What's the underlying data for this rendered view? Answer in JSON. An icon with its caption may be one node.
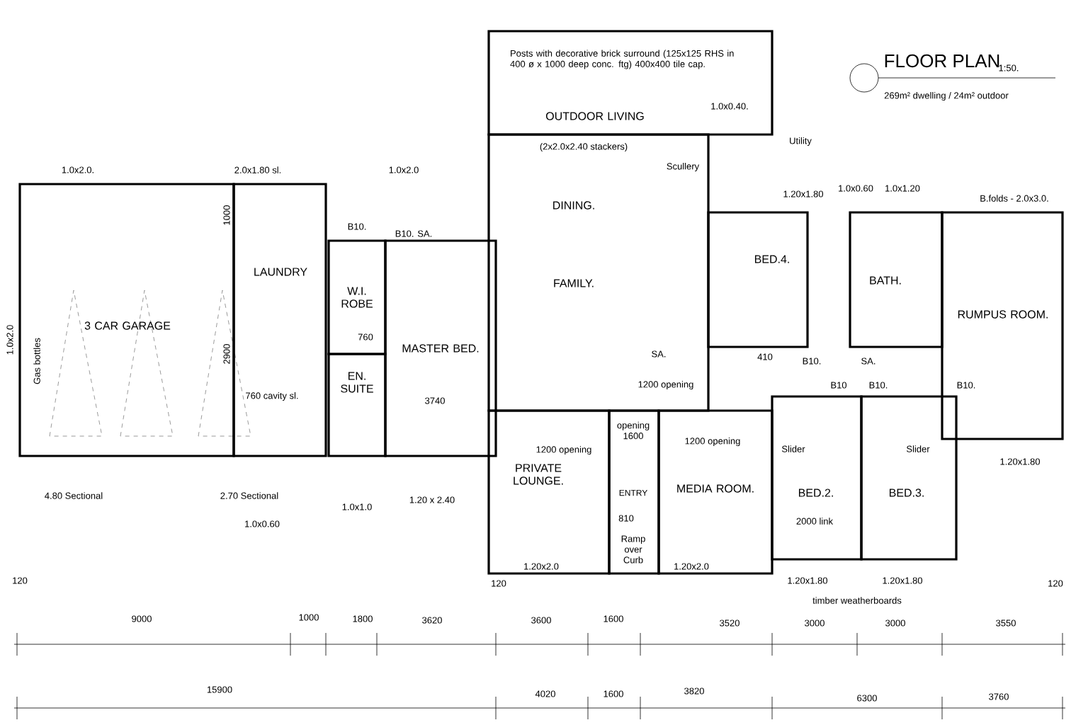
{
  "diagram": {
    "title": "FLOOR PLAN",
    "nodes": [
      {
        "text": [
          "3 CAR GARAGE"
        ]
      },
      {
        "text": [
          "LAUNDRY"
        ]
      },
      {
        "text": [
          "W.I. ROBE"
        ]
      },
      {
        "text": [
          "EN. SUITE"
        ]
      },
      {
        "text": [
          "MASTER BED."
        ]
      },
      {
        "text": [
          "OUTDOOR LIVING"
        ]
      },
      {
        "text": [
          "DINING.",
          "FAMILY."
        ]
      },
      {
        "text": [
          "BED.4."
        ]
      },
      {
        "text": [
          "BATH."
        ]
      },
      {
        "text": [
          "RUMPUS ROOM."
        ]
      },
      {
        "text": [
          "PRIVATE LOUNGE."
        ]
      },
      {
        "text": [
          "ENTRY"
        ]
      },
      {
        "text": [
          "MEDIA ROOM."
        ]
      },
      {
        "text": [
          "BED.2."
        ]
      },
      {
        "text": [
          "BED.3."
        ]
      }
    ],
    "labels": [
      "1:50.",
      "269m² dwelling / 24m² outdoor",
      "Posts with decorative brick surround (125x125 RHS in 400 ø x 1000 deep conc. ftg) 400x400 tile cap.",
      "1.0x0.40.",
      "Utility",
      "(2x2.0x2.40 stackers)",
      "1.0x2.0.",
      "2.0x1.80 sl.",
      "1.0x2.0",
      "Scullery",
      "1.20x1.80",
      "1.0x0.60",
      "1.0x1.20",
      "B.folds - 2.0x3.0.",
      "1.0x2.0",
      "Gas bottles",
      "1000",
      "2900",
      "B10.",
      "B10. SA.",
      "760",
      "760 cavity sl.",
      "3740",
      "SA.",
      "1200 opening",
      "opening 1600",
      "1200 opening",
      "1200 opening",
      "410",
      "B10.",
      "SA.",
      "B10",
      "B10.",
      "B10.",
      "Slider",
      "Slider",
      "2000 link",
      "1.20x1.80",
      "810",
      "4.80 Sectional",
      "2.70 Sectional",
      "1.0x0.60",
      "1.0x1.0",
      "1.20 x 2.40",
      "1.20x2.0",
      "Ramp over Curb",
      "1.20x2.0",
      "1.20x1.80",
      "1.20x1.80",
      "timber weatherboards",
      "120",
      "120",
      "120",
      "9000",
      "1000",
      "1800",
      "3620",
      "3600",
      "1600",
      "3520",
      "3000",
      "3000",
      "3550",
      "15900",
      "4020",
      "1600",
      "3820",
      "6300",
      "3760"
    ]
  }
}
